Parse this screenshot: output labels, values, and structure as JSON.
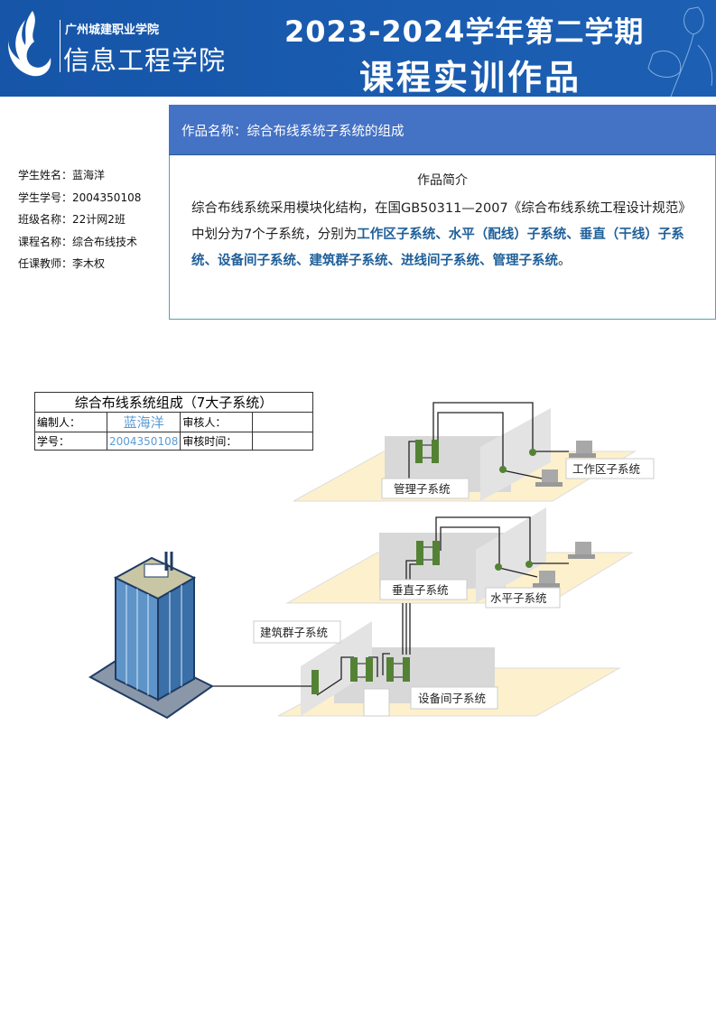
{
  "banner": {
    "school": "广州城建职业学院",
    "college": "信息工程学院",
    "title_line1": "2023-2024学年第二学期",
    "title_line2": "课程实训作品"
  },
  "student": {
    "name": "学生姓名：蓝海洋",
    "id": "学生学号：2004350108",
    "class": "班级名称：22计网2班",
    "course": "课程名称：综合布线技术",
    "teacher": "任课教师：李木权"
  },
  "work": {
    "title": "作品名称：综合布线系统子系统的组成",
    "intro_heading": "作品简介",
    "intro_plain": "综合布线系统采用模块化结构，在国GB50311—2007《综合布线系统工程设计规范》中划分为7个子系统，分别为",
    "intro_highlight": "工作区子系统、水平（配线）子系统、垂直（干线）子系统、设备间子系统、建筑群子系统、进线间子系统、管理子系统",
    "intro_end": "。"
  },
  "sheet": {
    "caption": "综合布线系统组成（7大子系统）",
    "editor_label": "编制人：",
    "editor": "蓝海洋",
    "reviewer_label": "审核人：",
    "id_label": "学号：",
    "id": "2004350108",
    "review_time_label": "审核时间："
  },
  "diagram": {
    "labels": {
      "management": "管理子系统",
      "work_area": "工作区子系统",
      "vertical": "垂直子系统",
      "horizontal": "水平子系统",
      "campus": "建筑群子系统",
      "equipment_room": "设备间子系统"
    }
  }
}
